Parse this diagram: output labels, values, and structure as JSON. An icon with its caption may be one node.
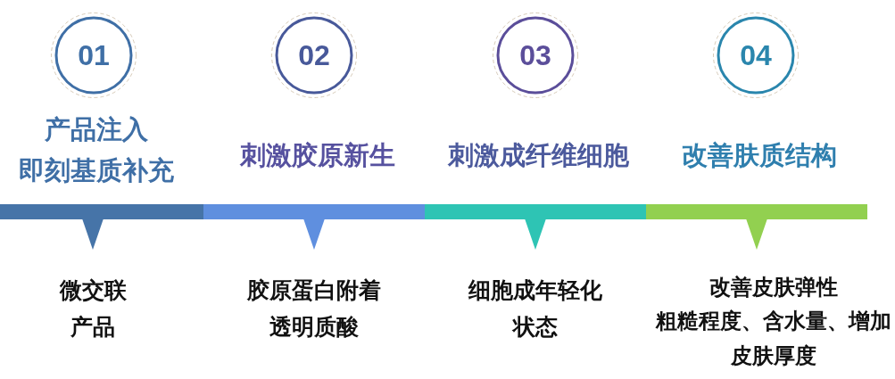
{
  "diagram": {
    "nodes": [
      {
        "text": [
          "01"
        ],
        "beside": [
          "产品注入",
          "即刻基质补充"
        ]
      },
      {
        "text": [
          "02"
        ],
        "beside": [
          "刺激胶原新生"
        ]
      },
      {
        "text": [
          "03"
        ],
        "beside": [
          "刺激成纤维细胞"
        ]
      },
      {
        "text": [
          "04"
        ],
        "beside": [
          "改善肤质结构"
        ]
      },
      {
        "text": [],
        "shape": "bar",
        "beside": [
          "微交联产品"
        ]
      },
      {
        "text": [],
        "shape": "bar",
        "beside": [
          "胶原蛋白附着透明质酸"
        ]
      },
      {
        "text": [],
        "shape": "bar",
        "beside": [
          "细胞成年轻化状态"
        ]
      },
      {
        "text": [],
        "shape": "bar",
        "beside": [
          "改善皮肤弹性",
          "粗糙程度、含水量、增加皮肤厚度"
        ]
      }
    ]
  }
}
